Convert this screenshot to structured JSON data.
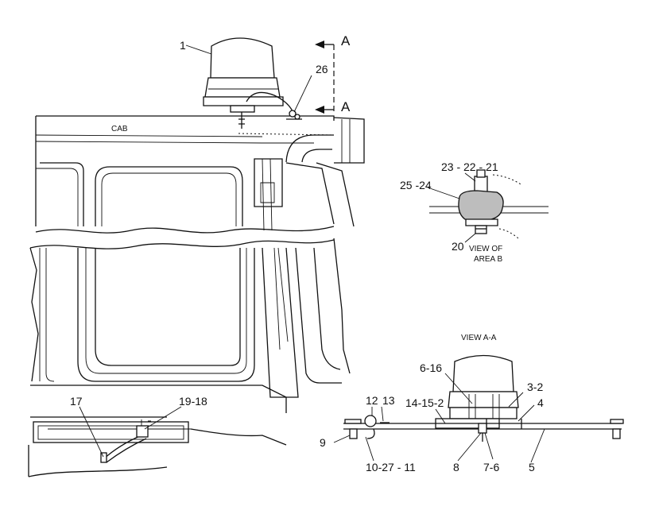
{
  "section_labels": {
    "cab": "CAB",
    "view_aa": "VIEW A-A",
    "view_b_line1": "VIEW OF",
    "view_b_line2": "AREA B",
    "section_a_top": "A",
    "section_a_bottom": "A"
  },
  "callouts": {
    "c1": "1",
    "c26": "26",
    "c23_22_21": "23 - 22 - 21",
    "c25_24": "25 -24",
    "c20": "20",
    "c17": "17",
    "c19_18": "19-18",
    "c6_16": "6-16",
    "c3_2": "3-2",
    "c12": "12",
    "c13": "13",
    "c14_15_2": "14-15-2",
    "c4": "4",
    "c9": "9",
    "c5": "5",
    "c10_27_11": "10-27 - 11",
    "c8": "8",
    "c7_6": "7-6"
  }
}
